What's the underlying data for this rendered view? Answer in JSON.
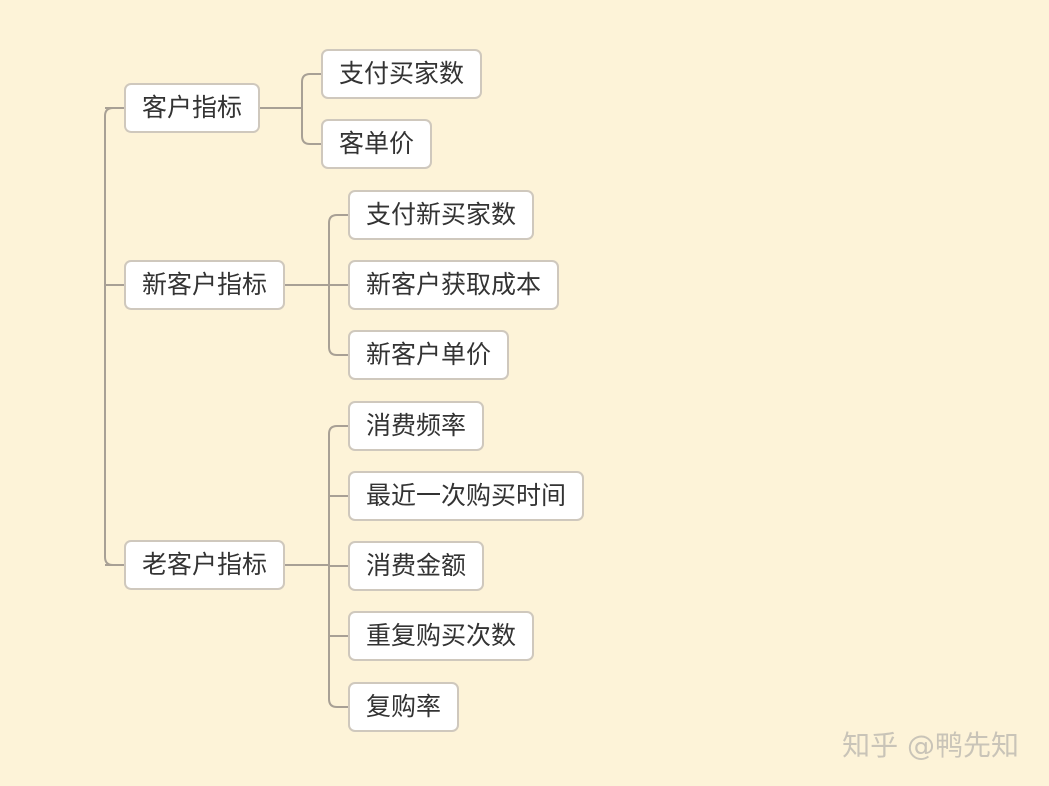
{
  "root": {
    "label": ""
  },
  "groups": [
    {
      "label": "客户指标",
      "children": [
        "支付买家数",
        "客单价"
      ]
    },
    {
      "label": "新客户指标",
      "children": [
        "支付新买家数",
        "新客户获取成本",
        "新客户单价"
      ]
    },
    {
      "label": "老客户指标",
      "children": [
        "消费频率",
        "最近一次购买时间",
        "消费金额",
        "重复购买次数",
        "复购率"
      ]
    }
  ],
  "watermark": "知乎 @鸭先知",
  "colors": {
    "background": "#fdf3d8",
    "node_border": "#cfc8bd",
    "connector": "#a8a095"
  }
}
